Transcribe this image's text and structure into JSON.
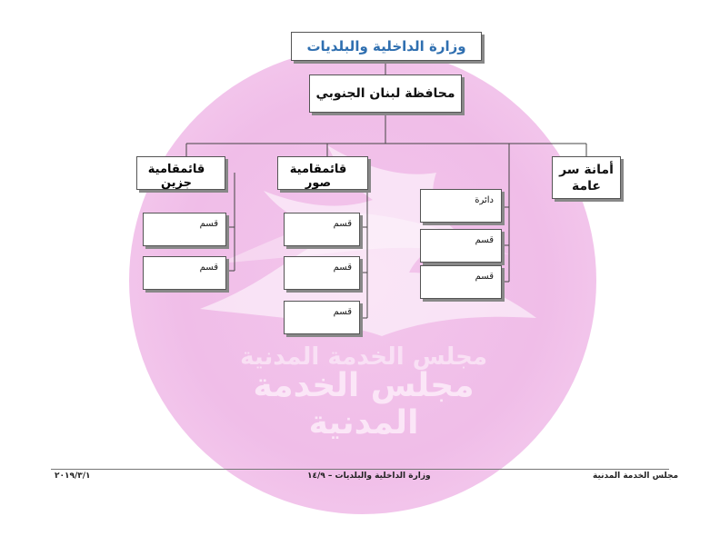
{
  "watermark": {
    "line1": "مجلس الخدمة المدنية",
    "line2": "مجلس الخدمة المدنية"
  },
  "chart": {
    "ministry": "وزارة الداخلية والبلديات",
    "governorate": "محافظة لبنان الجنوبي",
    "secretariat": "أمانة سر عامة",
    "qaimaqamiya_sour": "قائمقامية صور",
    "qaimaqamiya_jezzine": "قائمقامية جزين",
    "department": "دائرة",
    "section": "قسم"
  },
  "colors": {
    "title": "#2f6fb0",
    "watermark": "#f0bde8"
  },
  "footer": {
    "left": "٢٠١٩/٣/١",
    "center": "وزارة الداخلية والبلديات – ١٤/٩",
    "right": "مجلس الخدمة المدنية"
  }
}
